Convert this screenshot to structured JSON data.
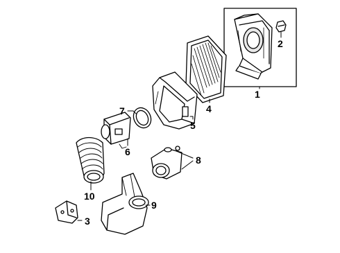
{
  "callouts": [
    {
      "id": "1",
      "label": "1"
    },
    {
      "id": "2",
      "label": "2"
    },
    {
      "id": "3",
      "label": "3"
    },
    {
      "id": "4",
      "label": "4"
    },
    {
      "id": "5",
      "label": "5"
    },
    {
      "id": "6",
      "label": "6"
    },
    {
      "id": "7",
      "label": "7"
    },
    {
      "id": "8",
      "label": "8"
    },
    {
      "id": "9",
      "label": "9"
    },
    {
      "id": "10",
      "label": "10"
    }
  ]
}
